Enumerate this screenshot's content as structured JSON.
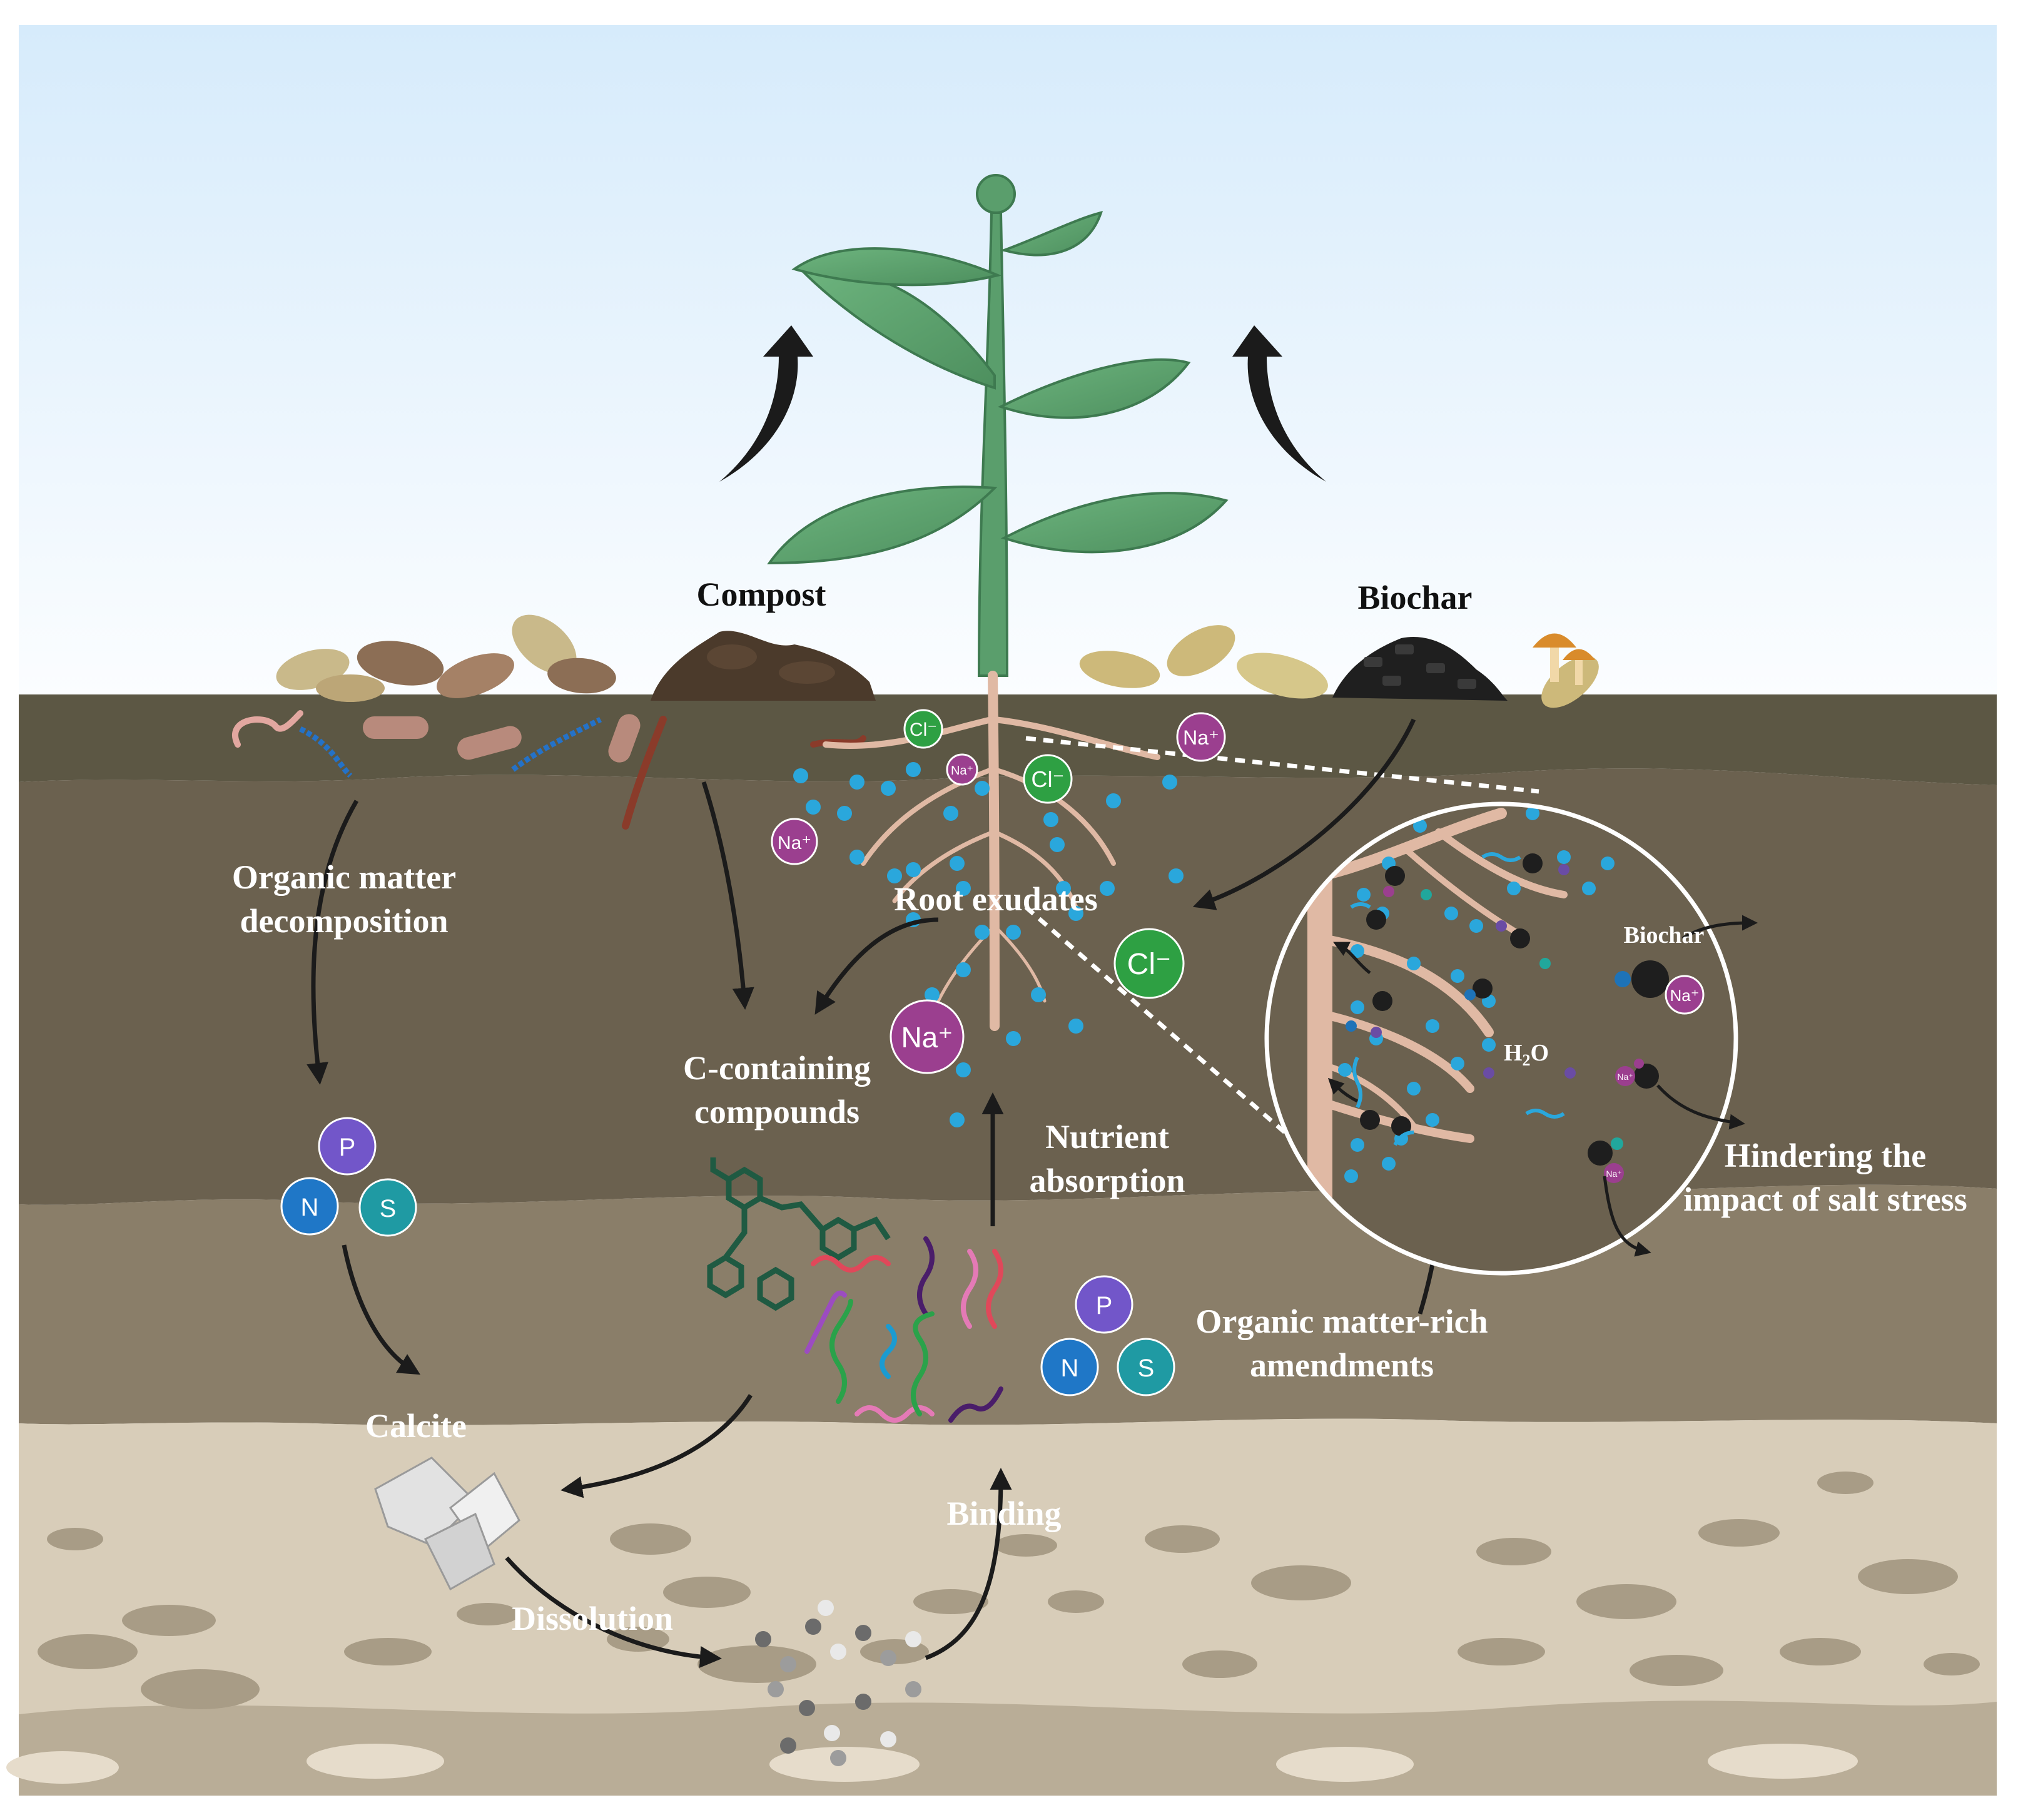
{
  "labels": {
    "compost": "Compost",
    "biochar_top": "Biochar",
    "organic_matter_line1": "Organic matter",
    "organic_matter_line2": "decomposition",
    "c_containing_line1": "C-containing",
    "c_containing_line2": "compounds",
    "root_exudates": "Root exudates",
    "nutrient_line1": "Nutrient",
    "nutrient_line2": "absorption",
    "amendments_line1": "Organic matter-rich",
    "amendments_line2": "amendments",
    "hindering_line1": "Hindering the",
    "hindering_line2": "impact of salt stress",
    "calcite": "Calcite",
    "dissolution": "Dissolution",
    "binding": "Binding",
    "inset_biochar": "Biochar",
    "inset_water_H": "H",
    "inset_water_2": "2",
    "inset_water_O": "O"
  },
  "ions": {
    "chloride": "Cl⁻",
    "sodium": "Na⁺",
    "phosphorus": "P",
    "nitrogen": "N",
    "sulfur": "S"
  },
  "colors": {
    "sky_top": "#dbeefb",
    "topsoil": "#5c5744",
    "soil_mid": "#6b614f",
    "soil_lower": "#8a7e69",
    "bedrock": "#d8cdb9",
    "plant": "#5a9e6c",
    "root": "#e0b9a4",
    "chloride": "#2ea043",
    "sodium": "#9b3f8f",
    "phosphorus": "#7256c9",
    "nitrogen": "#1f77c7",
    "sulfur": "#1f9aa3",
    "nutrient_dot": "#2aa7dc"
  }
}
